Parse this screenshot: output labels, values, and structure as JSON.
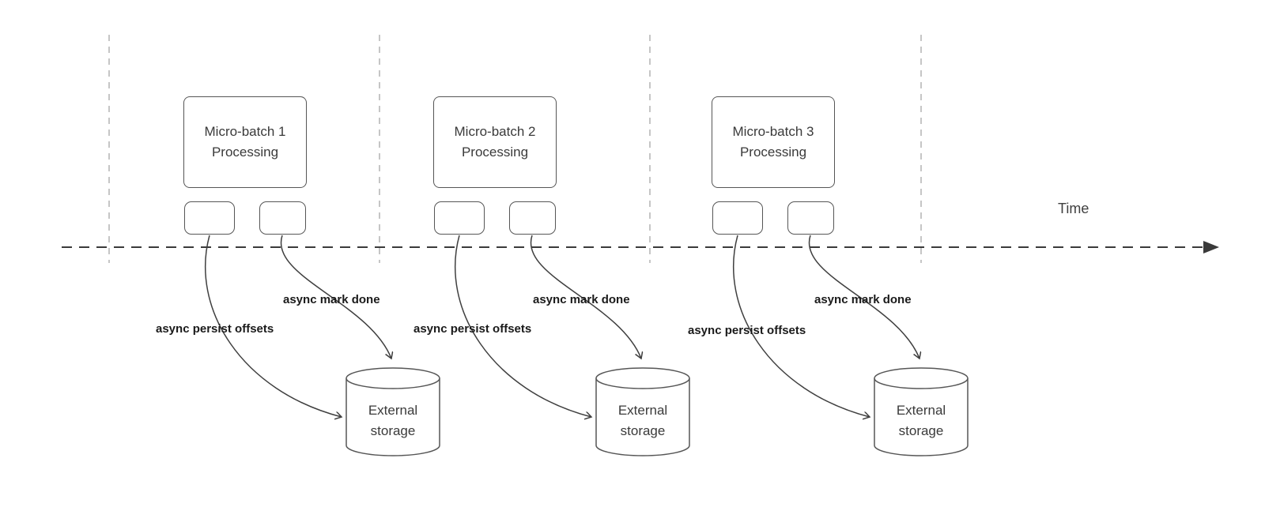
{
  "diagram": {
    "time_label": "Time",
    "colors": {
      "box_stroke": "#565656",
      "arrow_stroke": "#3f3f3f",
      "guide_stroke": "#b4b4b4",
      "timeline_stroke": "#3a3a3a",
      "text": "#3a3a3a",
      "label_text": "#1a1a1a",
      "background": "#ffffff"
    },
    "groups": [
      {
        "batch_title": "Micro-batch 1",
        "batch_subtitle": "Processing",
        "persist_arrow_label": "async persist offsets",
        "done_arrow_label": "async mark done",
        "storage_title": "External",
        "storage_subtitle": "storage"
      },
      {
        "batch_title": "Micro-batch 2",
        "batch_subtitle": "Processing",
        "persist_arrow_label": "async persist offsets",
        "done_arrow_label": "async mark done",
        "storage_title": "External",
        "storage_subtitle": "storage"
      },
      {
        "batch_title": "Micro-batch 3",
        "batch_subtitle": "Processing",
        "persist_arrow_label": "async persist offsets",
        "done_arrow_label": "async mark done",
        "storage_title": "External",
        "storage_subtitle": "storage"
      }
    ]
  }
}
